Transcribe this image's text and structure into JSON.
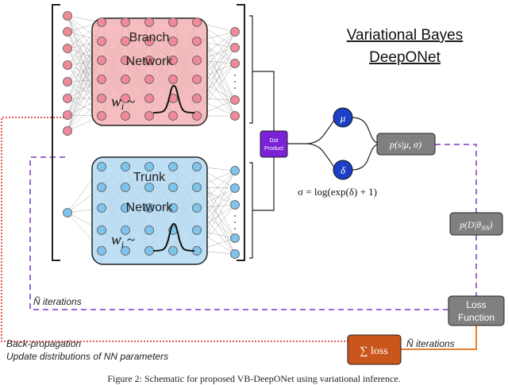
{
  "title": {
    "line1": "Variational Bayes",
    "line2": "DeepONet"
  },
  "branch": {
    "line1": "Branch",
    "line2": "Network",
    "weight": "w",
    "weight_sub": "i",
    "tilde": "~"
  },
  "trunk": {
    "line1": "Trunk",
    "line2": "Network",
    "weight": "w",
    "weight_sub": "i",
    "tilde": "~"
  },
  "dot_product": {
    "line1": "Dot",
    "line2": "Product"
  },
  "mu": "μ",
  "delta": "δ",
  "posterior": "p(s|μ, σ)",
  "sigma_eq": "σ = log(exp(δ) + 1)",
  "likelihood": "p(D|θ",
  "likelihood_sub": "NN",
  "likelihood_close": ")",
  "loss_function": {
    "line1": "Loss",
    "line2": "Function"
  },
  "sum_loss": "∑ loss",
  "iterations_left": "Ñ iterations",
  "iterations_bottom": "Ñ iterations",
  "backprop": "Back-propagation",
  "update": "Update distributions of NN parameters",
  "caption": "Figure 2: Schematic for proposed VB-DeepONet using variational inference.",
  "colors": {
    "branch_fill": "#f5b3b5",
    "trunk_fill": "#b3d9f2",
    "node_pink": "#f08a9a",
    "node_blue": "#7fc4ec",
    "dot_product": "#7a22d6",
    "mu_delta": "#1c3fc7",
    "gray_box": "#808080",
    "sum_loss": "#c9561a",
    "purple_dash": "#9c6ad6",
    "red_dot": "#e02020",
    "orange_line": "#e8802f"
  }
}
